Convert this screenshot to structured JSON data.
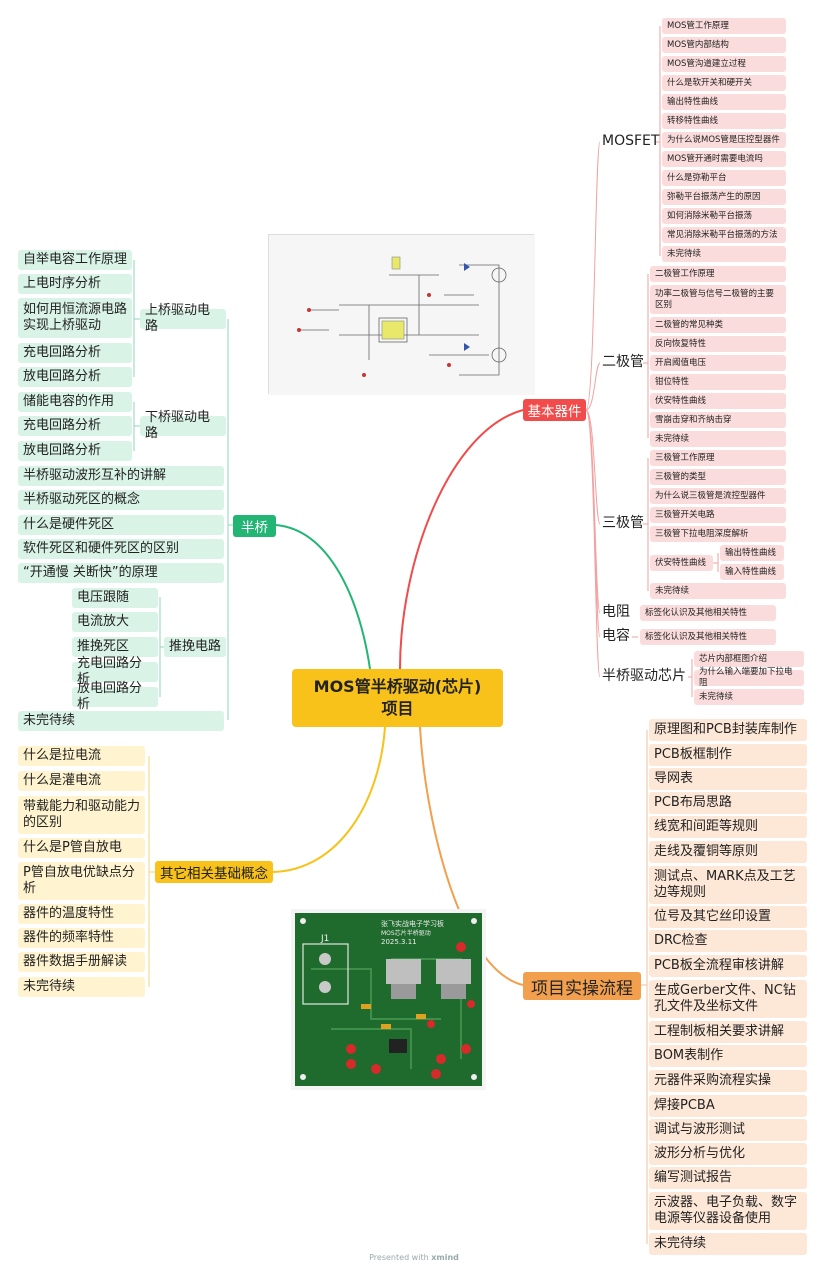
{
  "central": {
    "line1": "MOS管半桥驱动(芯片)",
    "line2": "项目"
  },
  "colors": {
    "central": "#f8c21a",
    "basic": "#f24b4b",
    "half_bridge": "#22b574",
    "concepts": "#f8c21a",
    "practice": "#f2a04e"
  },
  "basic": {
    "title": "基本器件",
    "mosfet": {
      "label": "MOSFET",
      "items": [
        "MOS管工作原理",
        "MOS管内部结构",
        "MOS管沟道建立过程",
        "什么是软开关和硬开关",
        "输出特性曲线",
        "转移特性曲线",
        "为什么说MOS管是压控型器件",
        "MOS管开通时需要电流吗",
        "什么是弥勒平台",
        "弥勒平台振荡产生的原因",
        "如何消除米勒平台振荡",
        "常见消除米勒平台振荡的方法",
        "未完待续"
      ]
    },
    "diode": {
      "label": "二极管",
      "items": [
        "二极管工作原理",
        "功率二极管与信号二极管的主要区别",
        "二极管的常见种类",
        "反向恢复特性",
        "开启阈值电压",
        "钳位特性",
        "伏安特性曲线",
        "雪崩击穿和齐纳击穿",
        "未完待续"
      ]
    },
    "transistor": {
      "label": "三极管",
      "items": [
        "三极管工作原理",
        "三极管的类型",
        "为什么说三极管是流控型器件",
        "三极管开关电路",
        "三极管下拉电阻深度解析",
        "伏安特性曲线",
        "未完待续"
      ],
      "curves": [
        "输出特性曲线",
        "输入特性曲线"
      ]
    },
    "resistor": {
      "label": "电阻",
      "item": "标签化认识及其他相关特性"
    },
    "capacitor": {
      "label": "电容",
      "item": "标签化认识及其他相关特性"
    },
    "chip": {
      "label": "半桥驱动芯片",
      "items": [
        "芯片内部框图介绍",
        "为什么输入端要加下拉电阻",
        "未完待续"
      ]
    }
  },
  "half_bridge": {
    "title": "半桥",
    "upper": {
      "label": "上桥驱动电路",
      "items": [
        "自举电容工作原理",
        "上电时序分析",
        "如何用恒流源电路实现上桥驱动",
        "充电回路分析",
        "放电回路分析"
      ]
    },
    "lower": {
      "label": "下桥驱动电路",
      "items": [
        "储能电容的作用",
        "充电回路分析",
        "放电回路分析"
      ]
    },
    "misc": [
      "半桥驱动波形互补的讲解",
      "半桥驱动死区的概念",
      "什么是硬件死区",
      "软件死区和硬件死区的区别",
      "“开通慢 关断快”的原理"
    ],
    "pushpull": {
      "label": "推挽电路",
      "items": [
        "电压跟随",
        "电流放大",
        "推挽死区",
        "充电回路分析",
        "放电回路分析"
      ]
    },
    "tbc": "未完待续"
  },
  "concepts": {
    "title": "其它相关基础概念",
    "items": [
      "什么是拉电流",
      "什么是灌电流",
      "带载能力和驱动能力的区别",
      "什么是P管自放电",
      "P管自放电优缺点分析",
      "器件的温度特性",
      "器件的频率特性",
      "器件数据手册解读",
      "未完待续"
    ]
  },
  "practice": {
    "title": "项目实操流程",
    "items": [
      "原理图和PCB封装库制作",
      "PCB板框制作",
      "导网表",
      "PCB布局思路",
      "线宽和间距等规则",
      "走线及覆铜等原则",
      "测试点、MARK点及工艺边等规则",
      "位号及其它丝印设置",
      "DRC检查",
      "PCB板全流程审核讲解",
      "生成Gerber文件、NC钻孔文件及坐标文件",
      "工程制板相关要求讲解",
      "BOM表制作",
      "元器件采购流程实操",
      "焊接PCBA",
      "调试与波形测试",
      "波形分析与优化",
      "编写测试报告",
      "示波器、电子负载、数字电源等仪器设备使用",
      "未完待续"
    ]
  },
  "pcb": {
    "silk1": "张飞实战电子学习板",
    "silk2": "MOS芯片半桥驱动",
    "silk3": "2025.3.11",
    "conn": "J1"
  },
  "footer": {
    "prefix": "Presented with",
    "brand": "xmind"
  }
}
